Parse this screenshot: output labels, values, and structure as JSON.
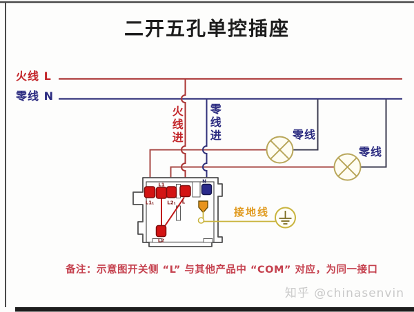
{
  "title": "二开五孔单控插座",
  "labels": {
    "live": "火线 L",
    "neutral": "零线 N",
    "live_in": "火线进",
    "neutral_in": "零线进",
    "lamp1_neutral": "零线",
    "lamp2_neutral": "零线",
    "ground": "接地线"
  },
  "device": {
    "terminals": [
      {
        "label": "L1₁"
      },
      {
        "label": "L1"
      },
      {
        "label": "L2₁"
      },
      {
        "label": "L"
      },
      {
        "label": "N"
      },
      {
        "label": "L2"
      }
    ]
  },
  "circuit": {
    "connections": [
      "火线L → 火线进 → 端子L",
      "零线N → 零线进 → 端子N",
      "端子L — 端子L2 跳线",
      "端子L1 — 端子L2 跳线",
      "端子L1₁ → 灯1 → 零线",
      "端子L2₁ → 灯2 → 零线",
      "接地端子 → 接地线"
    ]
  },
  "note": "备注：示意图开关侧 “L” 与其他产品中 “COM” 对应，为同一接口",
  "watermark": "知乎 @chinasenvin",
  "colors": {
    "live": "#aa3332",
    "neutral": "#31317a",
    "branch": "#a74743",
    "lamp": "#b9a75b",
    "ground_wire": "#c9b43e",
    "ground_label": "#e0991c",
    "terminal_red": "#d31414",
    "terminal_blue": "#2a2a8c",
    "terminal_ground": "#e8941e",
    "note": "#c5414e"
  }
}
